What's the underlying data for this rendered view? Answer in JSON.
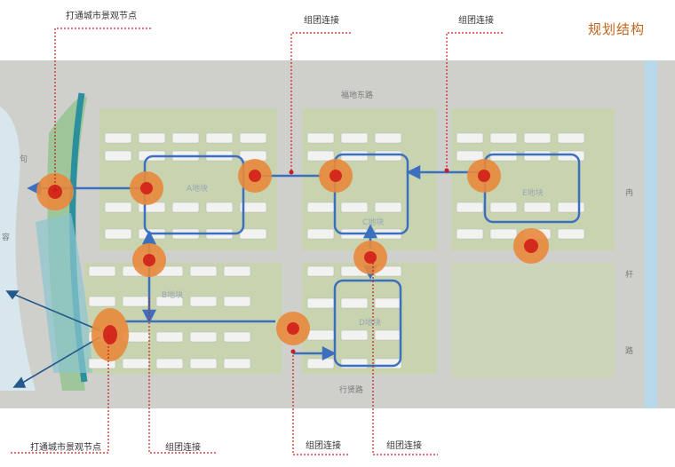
{
  "title": "规划结构",
  "callouts": {
    "top_left": "打通城市景观节点",
    "top_mid": "组团连接",
    "top_right": "组团连接",
    "bottom_1": "打通城市景观节点",
    "bottom_2": "组团连接",
    "bottom_3": "组团连接",
    "bottom_4": "组团连接"
  },
  "roads": {
    "north": "福地东路",
    "south": "行贤路",
    "east_1": "冉",
    "east_2": "杆",
    "east_3": "路",
    "west_1": "句",
    "west_2": "容"
  },
  "blocks": {
    "a": "A地块",
    "b": "B地块",
    "c": "C地块",
    "d": "D地块",
    "e": "E地块"
  },
  "colors": {
    "accent": "#c0641a",
    "node_outer": "#e8883c",
    "node_inner": "#d42a1e",
    "link_blue": "#3d6fbf",
    "callout_red": "#c81e1e",
    "river": "#3a9aa8"
  }
}
